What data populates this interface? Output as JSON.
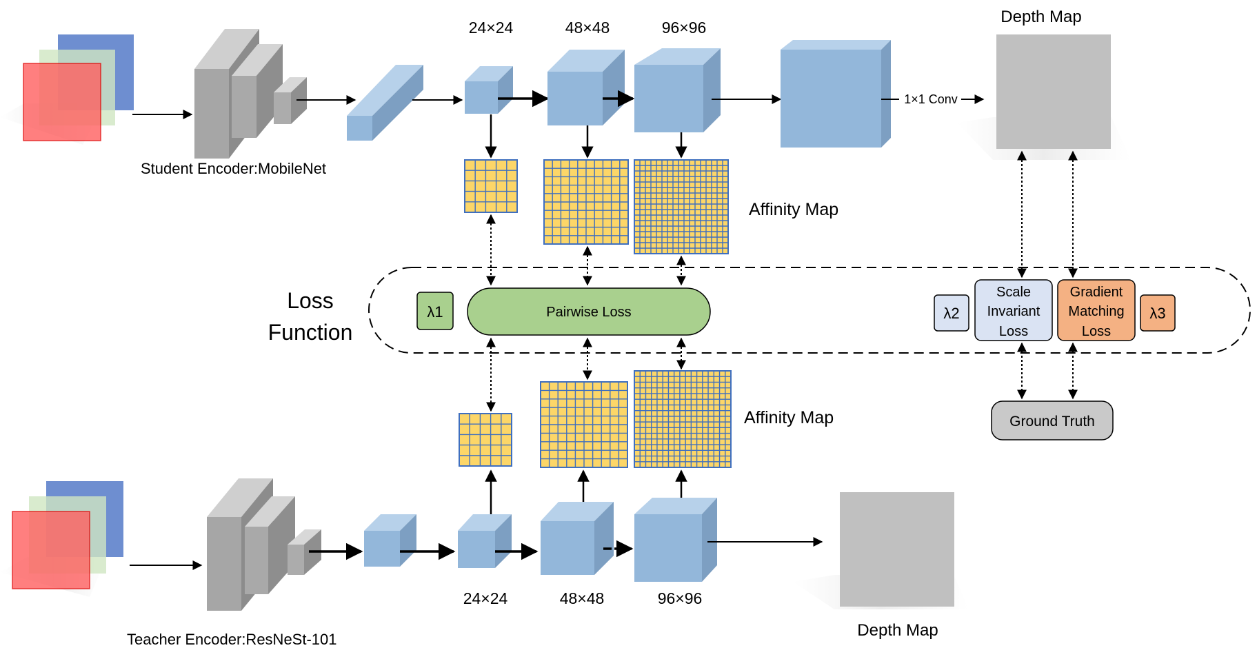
{
  "student": {
    "encoder_label": "Student Encoder:MobileNet",
    "size_labels": [
      "24×24",
      "48×48",
      "96×96"
    ],
    "conv_label": "1×1 Conv",
    "output_label": "Depth Map",
    "affinity_label": "Affinity Map"
  },
  "teacher": {
    "encoder_label": "Teacher Encoder:ResNeSt-101",
    "size_labels": [
      "24×24",
      "48×48",
      "96×96"
    ],
    "output_label": "Depth Map",
    "affinity_label": "Affinity Map"
  },
  "loss": {
    "title_line1": "Loss",
    "title_line2": "Function",
    "lambda1": "λ1",
    "lambda2": "λ2",
    "lambda3": "λ3",
    "pairwise": "Pairwise Loss",
    "scale_invariant": [
      "Scale",
      "Invariant",
      "Loss"
    ],
    "gradient_matching": [
      "Gradient",
      "Matching",
      "Loss"
    ]
  },
  "ground_truth": "Ground Truth",
  "colors": {
    "cube_front": "#93b7da",
    "cube_top": "#b7d1ea",
    "cube_side": "#7d9fc2",
    "grid_fill": "#fcd668",
    "grid_line": "#3f6fbf",
    "pairwise_fill": "#a9d08e",
    "lambda1_fill": "#a9d08e",
    "scale_fill": "#dae3f3",
    "gradient_fill": "#f4b183",
    "ground_truth_fill": "#c9c9c9",
    "depth_fill": "#c0c0c0"
  }
}
